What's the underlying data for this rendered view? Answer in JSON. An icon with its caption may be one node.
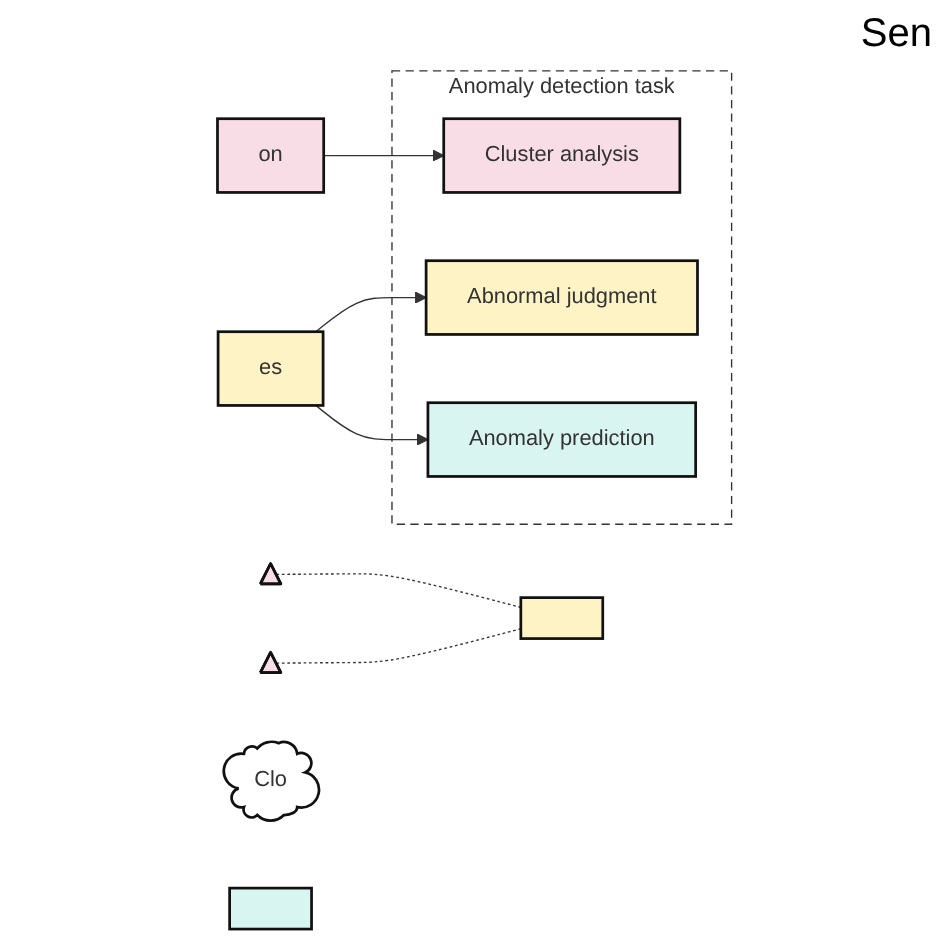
{
  "diagram": {
    "nodes": [
      {
        "text": [
          "Anomaly detection task"
        ]
      },
      {
        "text": [
          "on"
        ]
      },
      {
        "text": [
          "Cluster analysis"
        ],
        "in": 0
      },
      {
        "text": [
          "es"
        ]
      },
      {
        "text": [
          "Abnormal judgment"
        ],
        "in": 0
      },
      {
        "text": [
          "Anomaly prediction"
        ],
        "in": 0
      },
      {
        "text": [],
        "shape": "tower"
      },
      {
        "text": [],
        "shape": "tower"
      },
      {
        "text": [],
        "shape": "box"
      },
      {
        "text": [
          "Clo"
        ]
      },
      {
        "text": [],
        "shape": "box"
      }
    ],
    "edges": [
      {
        "from": 1,
        "to": 2,
        "arrow": "to"
      },
      {
        "from": 3,
        "to": 4,
        "arrow": "to"
      },
      {
        "from": 3,
        "to": 5,
        "arrow": "to"
      },
      {
        "from": 6,
        "to": 8,
        "arrow": "none",
        "style": "dashed"
      },
      {
        "from": 7,
        "to": 8,
        "arrow": "none",
        "style": "dashed"
      }
    ],
    "labels": [
      "Sen"
    ]
  }
}
